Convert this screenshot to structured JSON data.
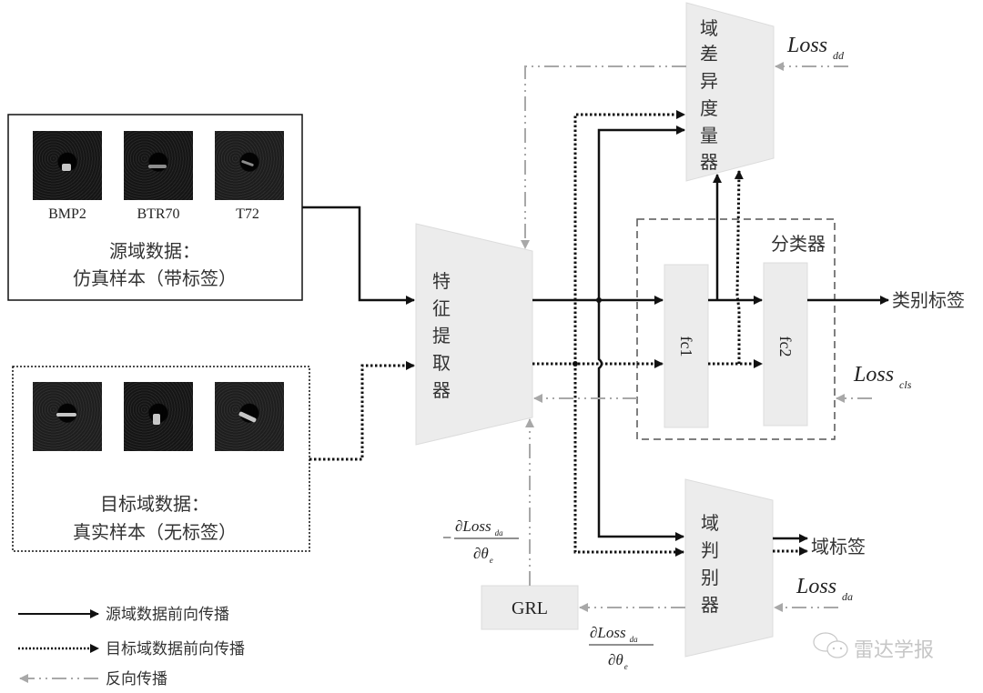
{
  "source_box": {
    "samples": [
      "BMP2",
      "BTR70",
      "T72"
    ],
    "title_line1": "源域数据：",
    "title_line2": "仿真样本（带标签）"
  },
  "target_box": {
    "title_line1": "目标域数据：",
    "title_line2": "真实样本（无标签）"
  },
  "feature_extractor": {
    "label": [
      "特",
      "征",
      "提",
      "取",
      "器"
    ]
  },
  "domain_discrepancy": {
    "label": [
      "域",
      "差",
      "异",
      "度",
      "量",
      "器"
    ]
  },
  "classifier": {
    "title": "分类器",
    "fc1": "fc1",
    "fc2": "fc2",
    "output": "类别标签"
  },
  "domain_discriminator": {
    "label": [
      "域",
      "判",
      "别",
      "器"
    ],
    "output": "域标签"
  },
  "grl": {
    "label": "GRL"
  },
  "losses": {
    "dd": {
      "main": "Loss",
      "sub": "dd"
    },
    "cls": {
      "main": "Loss",
      "sub": "cls"
    },
    "da": {
      "main": "Loss",
      "sub": "da"
    }
  },
  "gradients": {
    "reversed": {
      "sign": "−",
      "num": "∂Loss",
      "num_sub": "da",
      "den": "∂θ",
      "den_sub": "e"
    },
    "forward": {
      "num": "∂Loss",
      "num_sub": "da",
      "den": "∂θ",
      "den_sub": "e"
    }
  },
  "legend": {
    "items": [
      {
        "style": "solid",
        "label": "源域数据前向传播"
      },
      {
        "style": "dotted",
        "label": "目标域数据前向传播"
      },
      {
        "style": "dashdot",
        "label": "反向传播"
      }
    ]
  },
  "watermark": {
    "text": "雷达学报"
  },
  "colors": {
    "block": "#ececec",
    "backprop": "#a8a8a8",
    "line": "#111111"
  }
}
